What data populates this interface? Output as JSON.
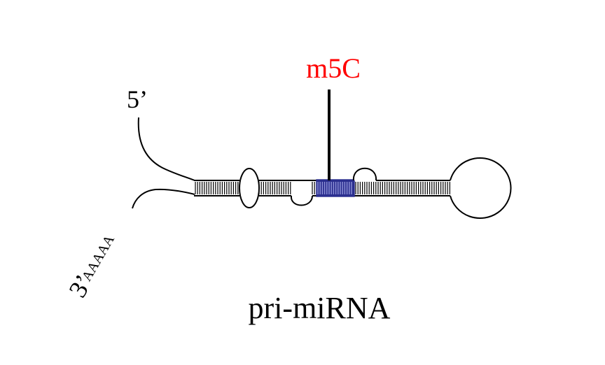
{
  "diagram": {
    "modification_label": "m5C",
    "five_prime_label": "5’",
    "three_prime_label": "3’",
    "poly_a_tail": "AAAAA",
    "molecule_label": "pri-miRNA"
  },
  "colors": {
    "modification_text": "#ff0000",
    "modified_region": "#2b2f8f",
    "stroke": "#000000",
    "background": "#ffffff"
  }
}
